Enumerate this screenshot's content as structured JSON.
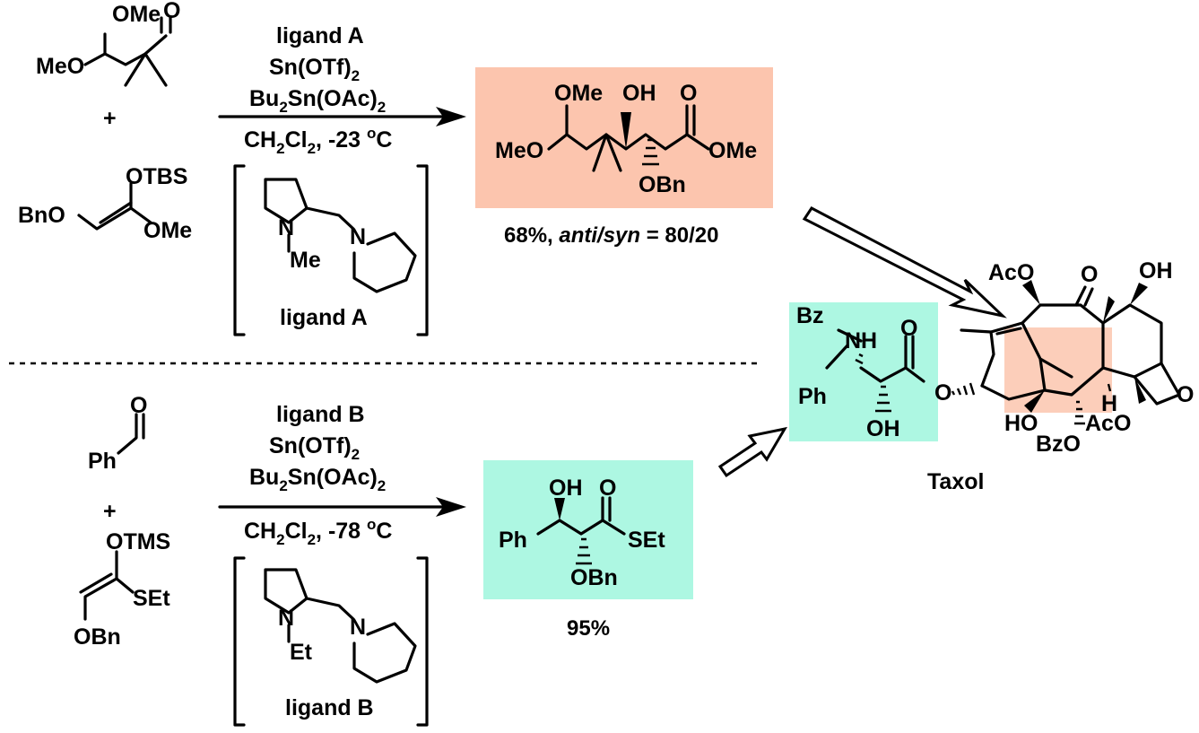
{
  "colors": {
    "highlight_salmon": "#fcc5ae",
    "highlight_mint": "#adf7e2",
    "ink": "#000000"
  },
  "top_reaction": {
    "reagent_1_labels": [
      "OMe",
      "O",
      "MeO"
    ],
    "plus": "+",
    "reagent_2_labels": [
      "OTBS",
      "BnO",
      "OMe"
    ],
    "conditions": {
      "line1": "ligand A",
      "line2_main": "Sn(OTf)",
      "line2_sub": "2",
      "line3_a": "Bu",
      "line3_sub1": "2",
      "line3_b": "Sn(OAc)",
      "line3_sub2": "2",
      "line4_a": "CH",
      "line4_sub1": "2",
      "line4_b": "Cl",
      "line4_sub2": "2",
      "line4_c": ", -23 ",
      "line4_sup": "o",
      "line4_d": "C"
    },
    "ligand": {
      "n_methyl_labels": [
        "N",
        "Me"
      ],
      "piperidine_n": "N",
      "name": "ligand A"
    },
    "product_labels": [
      "OMe",
      "OH",
      "O",
      "MeO",
      "OMe",
      "OBn"
    ],
    "yield_text": {
      "a": "68%, ",
      "italic": "anti/syn",
      "b": " = 80/20"
    }
  },
  "bottom_reaction": {
    "reagent_1_labels": [
      "O",
      "Ph"
    ],
    "plus": "+",
    "reagent_2_labels": [
      "OTMS",
      "SEt",
      "OBn"
    ],
    "conditions": {
      "line1": "ligand B",
      "line2_main": "Sn(OTf)",
      "line2_sub": "2",
      "line3_a": "Bu",
      "line3_sub1": "2",
      "line3_b": "Sn(OAc)",
      "line3_sub2": "2",
      "line4_a": "CH",
      "line4_sub1": "2",
      "line4_b": "Cl",
      "line4_sub2": "2",
      "line4_c": ", -78 ",
      "line4_sup": "o",
      "line4_d": "C"
    },
    "ligand": {
      "n_ethyl_labels": [
        "N",
        "Et"
      ],
      "piperidine_n": "N",
      "name": "ligand B"
    },
    "product_labels": [
      "OH",
      "O",
      "Ph",
      "SEt",
      "OBn"
    ],
    "yield_text": "95%"
  },
  "taxol": {
    "sidechain_labels": [
      "Bz",
      "NH",
      "O",
      "Ph",
      "O",
      "OH"
    ],
    "core_labels": [
      "AcO",
      "O",
      "OH",
      "H",
      "O",
      "HO",
      "AcO",
      "BzO"
    ],
    "name": "Taxol"
  }
}
